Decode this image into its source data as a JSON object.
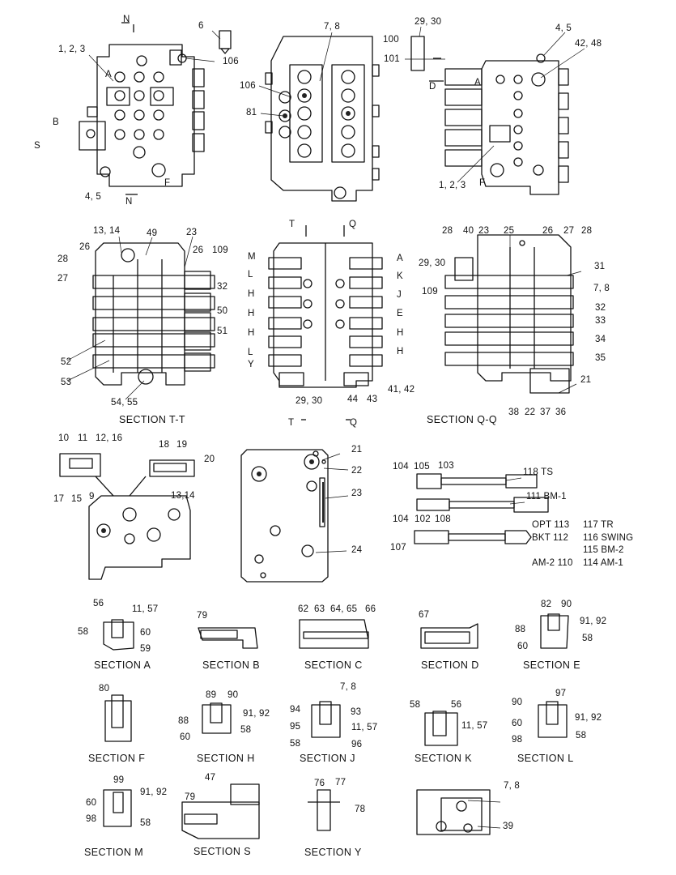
{
  "diagram": {
    "labels": {
      "n_top": "N",
      "l6": "6",
      "l123": "1, 2, 3",
      "l106a": "106",
      "a1": "A",
      "b1": "B",
      "s1": "S",
      "l45a": "4, 5",
      "n_bot": "N",
      "f1": "F",
      "l78a": "7, 8",
      "l106b": "106",
      "l81": "81",
      "l2930a": "29, 30",
      "l100": "100",
      "l101": "101",
      "l45b": "4, 5",
      "l4248": "42, 48",
      "d1": "D",
      "a2": "A",
      "l123b": "1, 2, 3",
      "f2": "F",
      "l1314a": "13, 14",
      "l49": "49",
      "l23a": "23",
      "l26a": "26",
      "l109a": "109",
      "l28a": "28",
      "l27a": "27",
      "l32a": "32",
      "l50": "50",
      "l51": "51",
      "l52": "52",
      "l53": "53",
      "l5455": "54, 55",
      "t1": "T",
      "q1": "Q",
      "m1": "M",
      "lL1": "L",
      "h1": "H",
      "h2": "H",
      "h3": "H",
      "lL2": "L",
      "y1": "Y",
      "a3": "A",
      "k1": "K",
      "j1": "J",
      "e1": "E",
      "h4": "H",
      "h5": "H",
      "l2930b": "29, 30",
      "l44": "44",
      "l43": "43",
      "l4142": "41, 42",
      "t2": "T",
      "q2": "Q",
      "l28b": "28",
      "l40": "40",
      "l23b": "23",
      "l25": "25",
      "l26b": "26",
      "l27b": "27",
      "l28c": "28",
      "l2930c": "29, 30",
      "l31": "31",
      "l78b": "7, 8",
      "l109b": "109",
      "l32b": "32",
      "l33": "33",
      "l34": "34",
      "l35": "35",
      "l21a": "21",
      "l38": "38",
      "l22a": "22",
      "l37": "37",
      "l36": "36",
      "l10": "10",
      "l11": "11",
      "l1216": "12, 16",
      "l17": "17",
      "l15": "15",
      "l9": "9",
      "l18": "18",
      "l19": "19",
      "l20": "20",
      "l1314b": "13,14",
      "l21b": "21",
      "l22b": "22",
      "l23c": "23",
      "l24": "24",
      "l104a": "104",
      "l105": "105",
      "l103": "103",
      "l118": "118  TS",
      "l111": "111  BM-1",
      "l104b": "104",
      "l102": "102",
      "l108": "108",
      "l107": "107",
      "l113": "OPT  113",
      "l117": "117  TR",
      "l112": "BKT  112",
      "l116": "116  SWING",
      "l115": "115  BM-2",
      "l110": "AM-2  110",
      "l114": "114  AM-1",
      "sa56": "56",
      "sa1157": "11, 57",
      "sa58": "58",
      "sa60": "60",
      "sa59": "59",
      "sb79": "79",
      "sc62": "62",
      "sc63": "63",
      "sc6465": "64, 65",
      "sc66": "66",
      "sd67": "67",
      "se82": "82",
      "se90": "90",
      "se88": "88",
      "se9192": "91, 92",
      "se58": "58",
      "se60": "60",
      "sf80": "80",
      "sh89": "89",
      "sh90": "90",
      "sh88": "88",
      "sh9192": "91, 92",
      "sh60": "60",
      "sh58": "58",
      "sj78": "7, 8",
      "sj94": "94",
      "sj93": "93",
      "sj95": "95",
      "sj1157": "11, 57",
      "sj58": "58",
      "sj96": "96",
      "sk58": "58",
      "sk56": "56",
      "sk1157": "11, 57",
      "sl97": "97",
      "sl90": "90",
      "sl9192": "91, 92",
      "sl60": "60",
      "sl98": "98",
      "sl58": "58",
      "sm99": "99",
      "sm60": "60",
      "sm9192": "91, 92",
      "sm98": "98",
      "sm58": "58",
      "ss47": "47",
      "ss79": "79",
      "sy76": "76",
      "sy77": "77",
      "sy78": "78",
      "bv78": "7, 8",
      "bv39": "39"
    },
    "sections": {
      "tt": "SECTION  T-T",
      "qq": "SECTION  Q-Q",
      "a": "SECTION  A",
      "b": "SECTION  B",
      "c": "SECTION  C",
      "d": "SECTION  D",
      "e": "SECTION  E",
      "f": "SECTION  F",
      "h": "SECTION  H",
      "j": "SECTION  J",
      "k": "SECTION  K",
      "l": "SECTION  L",
      "m": "SECTION  M",
      "s": "SECTION  S",
      "y": "SECTION  Y"
    }
  }
}
